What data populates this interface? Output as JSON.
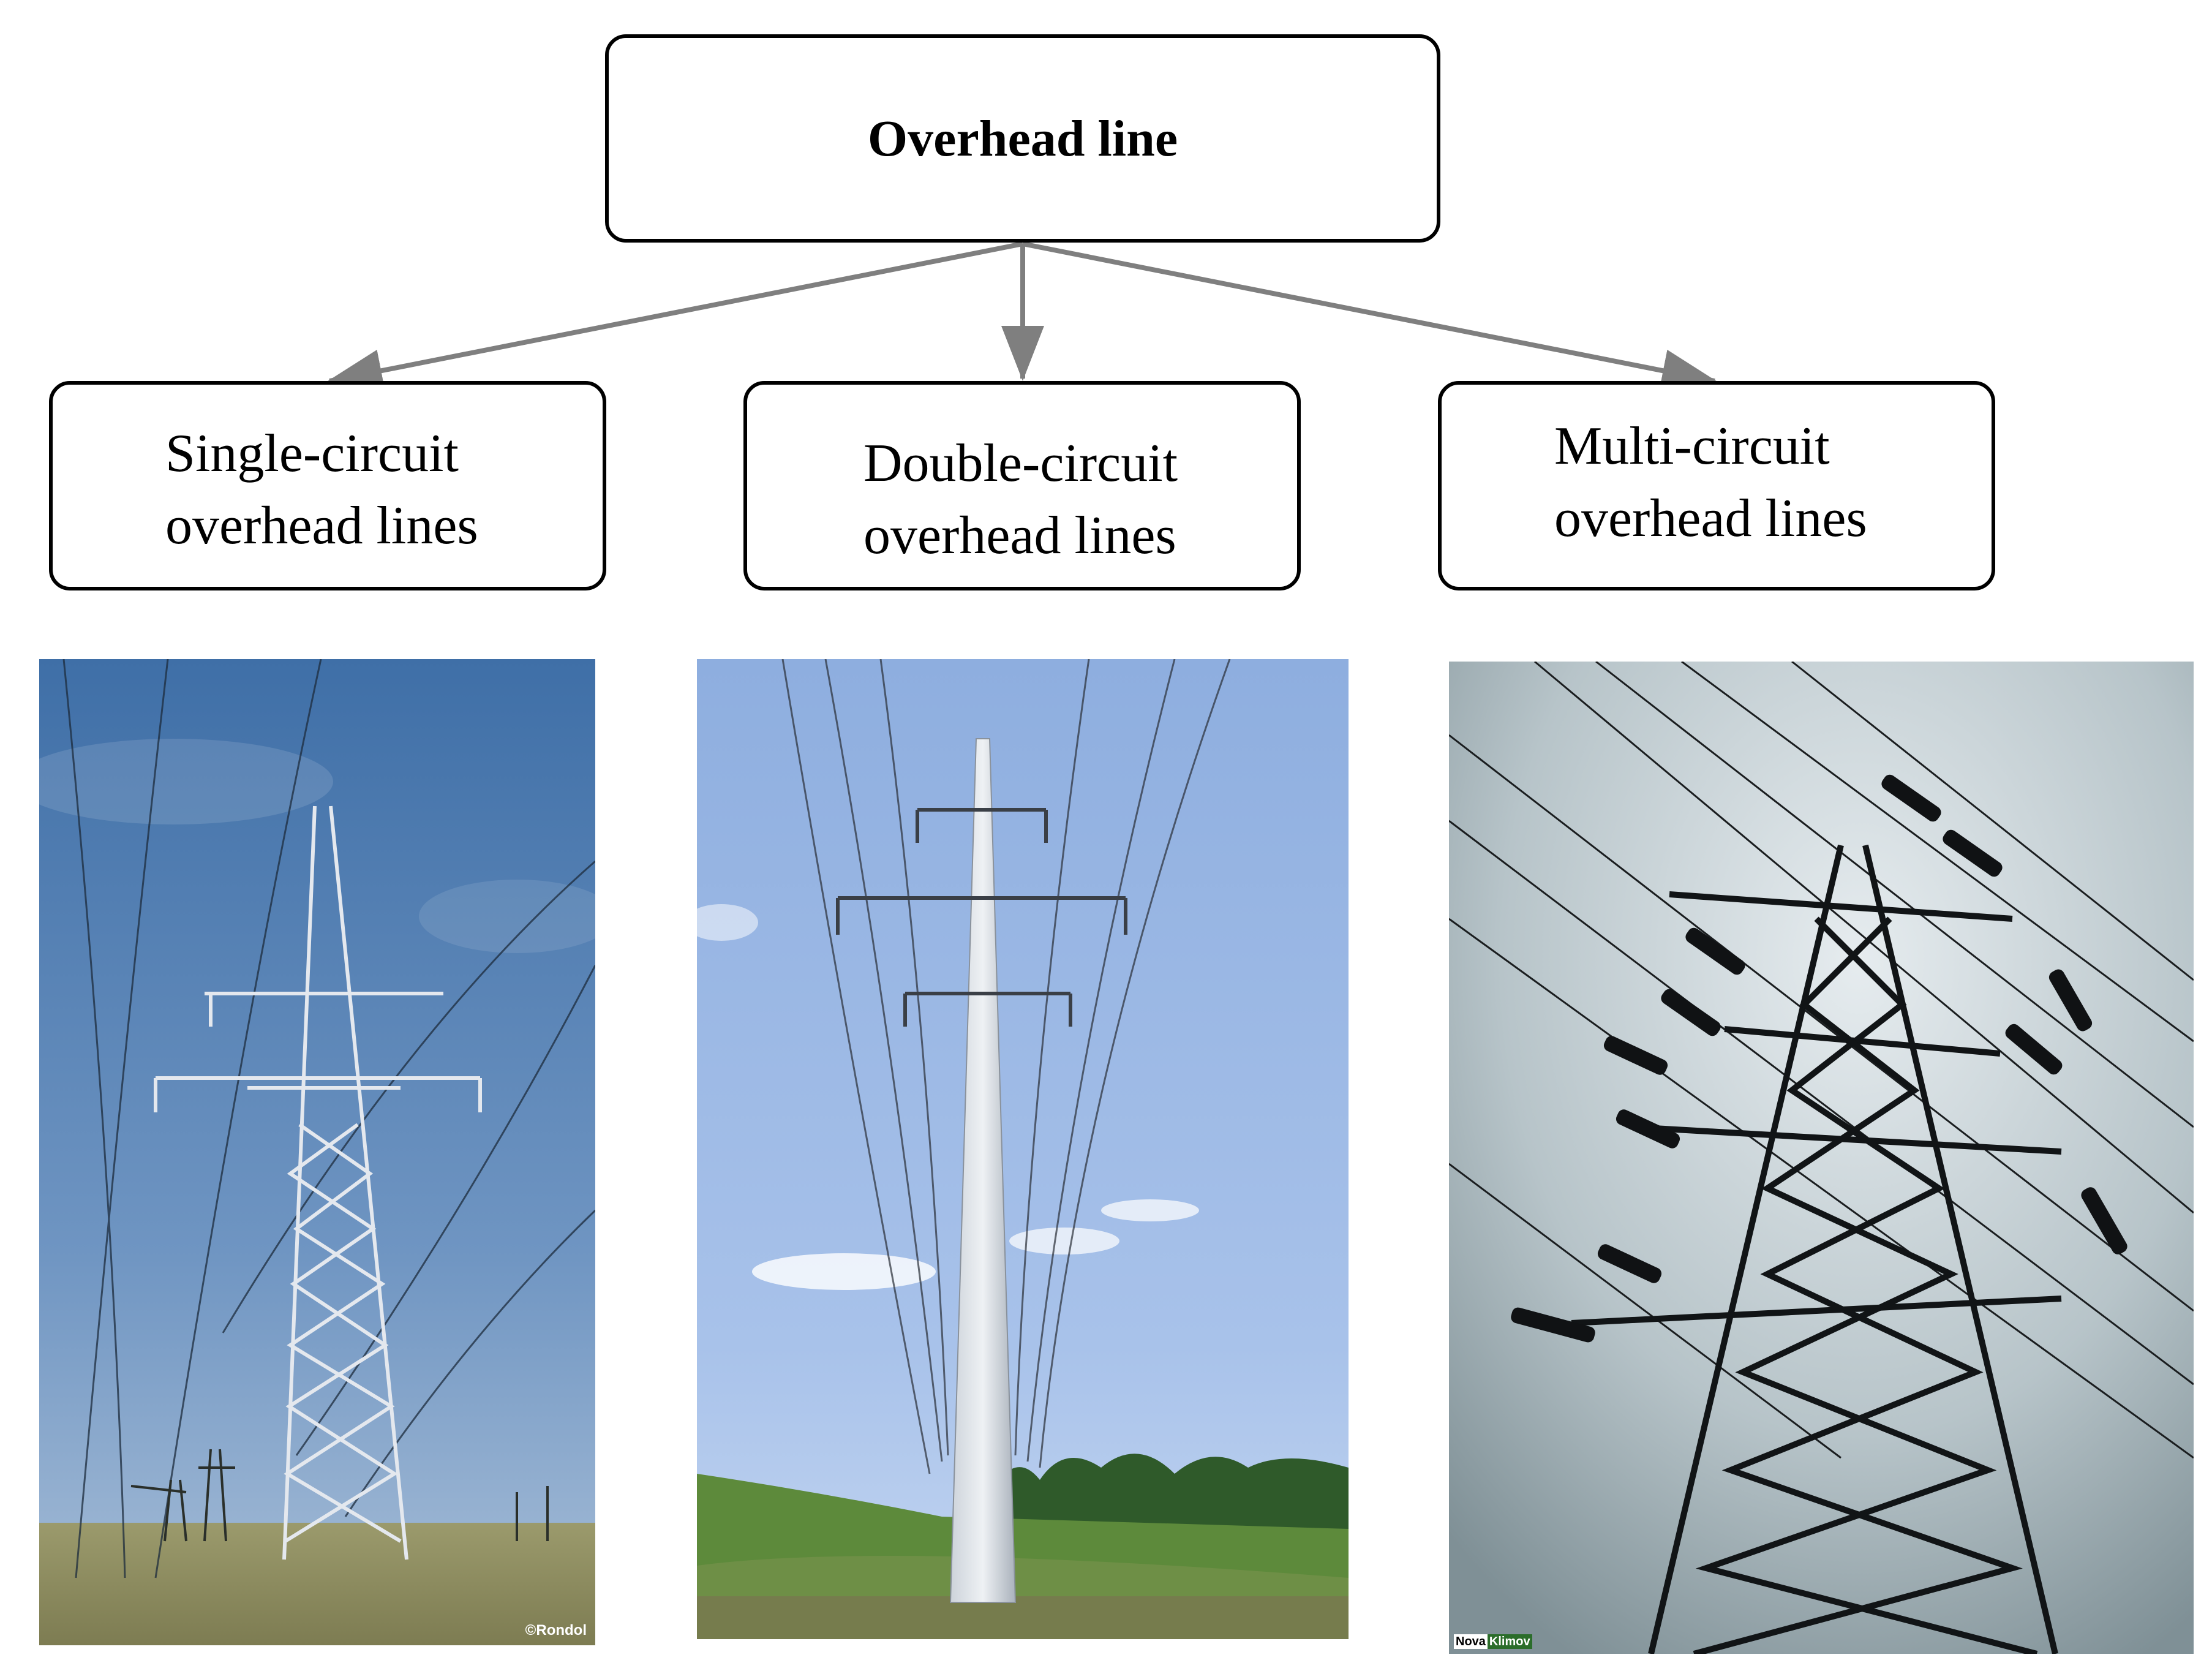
{
  "diagram": {
    "root": {
      "label": "Overhead line"
    },
    "children": [
      {
        "id": "single",
        "line1": "Single-circuit",
        "line2": "overhead lines"
      },
      {
        "id": "double",
        "line1": "Double-circuit",
        "line2": "overhead lines"
      },
      {
        "id": "multi",
        "line1": "Multi-circuit",
        "line2": "overhead lines"
      }
    ],
    "edges": [
      {
        "from": "root",
        "to": "single"
      },
      {
        "from": "root",
        "to": "double"
      },
      {
        "from": "root",
        "to": "multi"
      }
    ]
  },
  "photos": [
    {
      "name": "single-circuit-tower-photo",
      "credit": "©Rondol"
    },
    {
      "name": "double-circuit-pole-photo"
    },
    {
      "name": "multi-circuit-tower-photo",
      "credit_a": "Nova",
      "credit_b": "Klimov"
    }
  ],
  "colors": {
    "connector": "#7f7f7f",
    "border": "#000000"
  }
}
